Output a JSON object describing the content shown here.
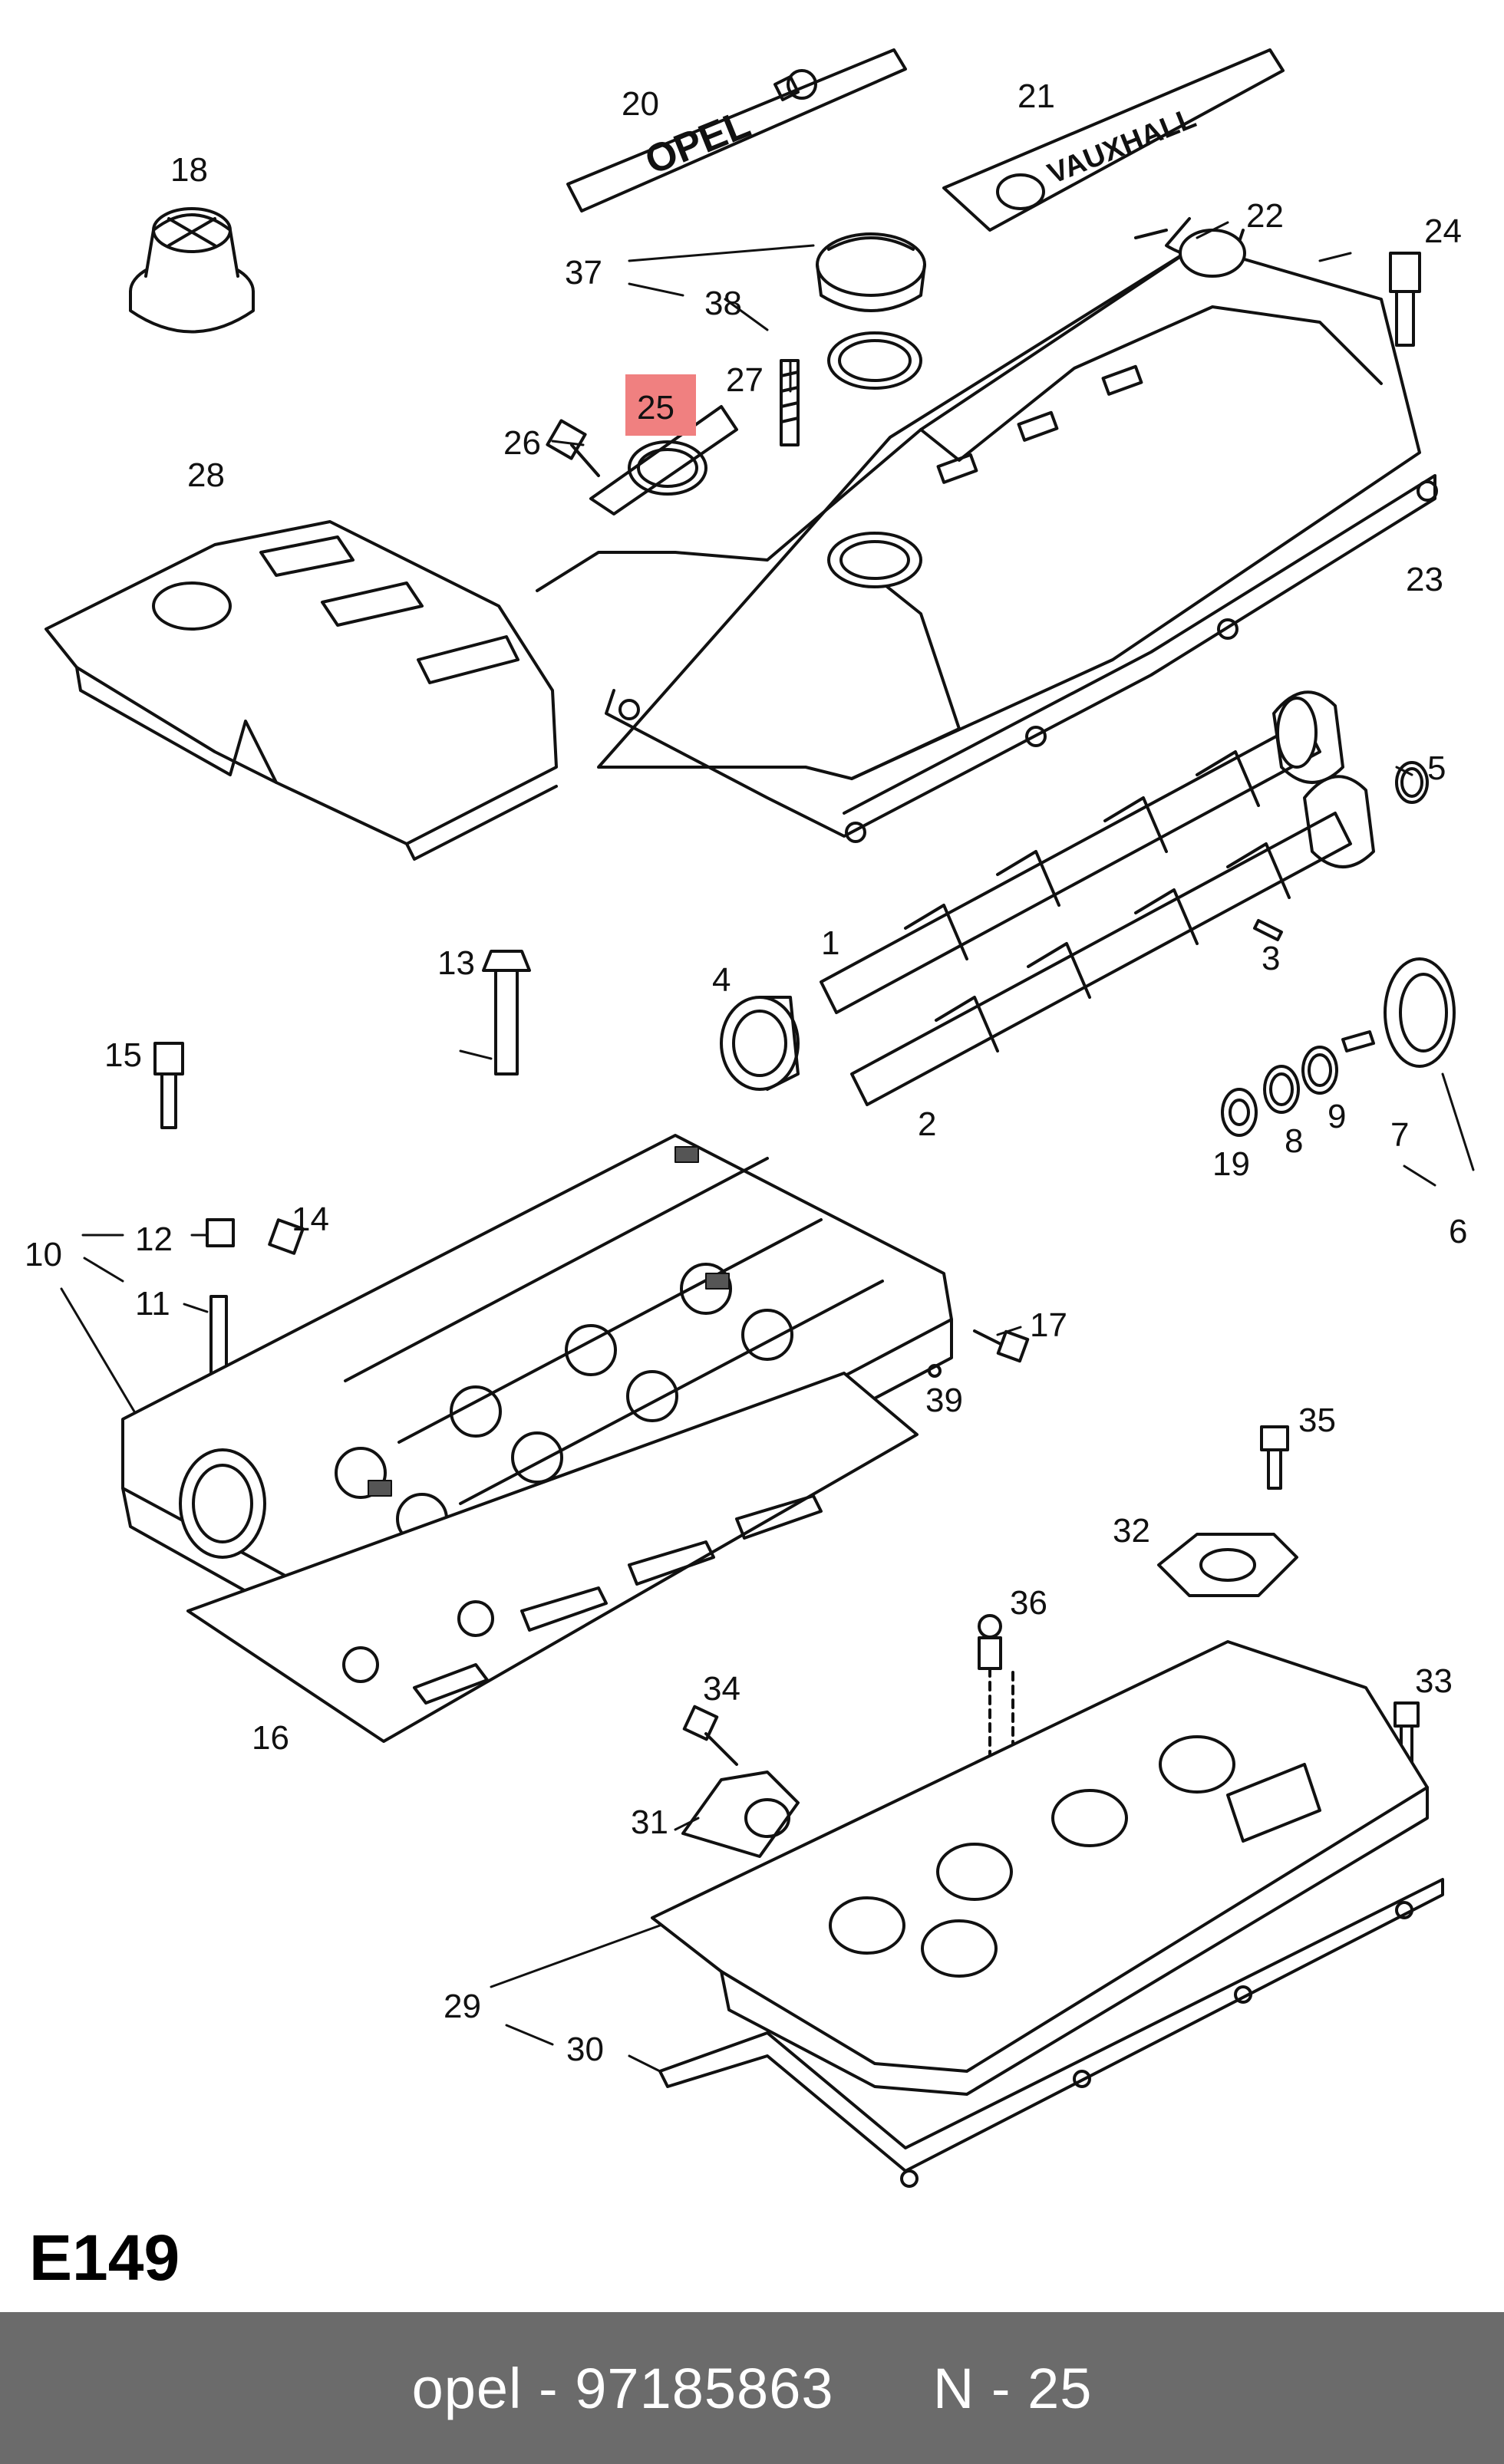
{
  "diagram": {
    "page_code": "E149",
    "highlighted_part": "25",
    "highlight_color": "#f08080",
    "callouts": [
      "20",
      "21",
      "18",
      "22",
      "24",
      "37",
      "38",
      "27",
      "25",
      "26",
      "28",
      "23",
      "5",
      "1",
      "3",
      "4",
      "13",
      "2",
      "15",
      "8",
      "9",
      "7",
      "19",
      "6",
      "12",
      "14",
      "10",
      "11",
      "17",
      "39",
      "35",
      "32",
      "36",
      "33",
      "34",
      "16",
      "31",
      "29",
      "30"
    ],
    "badges": {
      "opel_plate": "OPEL",
      "vauxhall_plate": "VAUXHALL"
    }
  },
  "footer": {
    "brand": "opel",
    "separator": " - ",
    "part_number": "97185863",
    "position_label": "N - 25"
  }
}
